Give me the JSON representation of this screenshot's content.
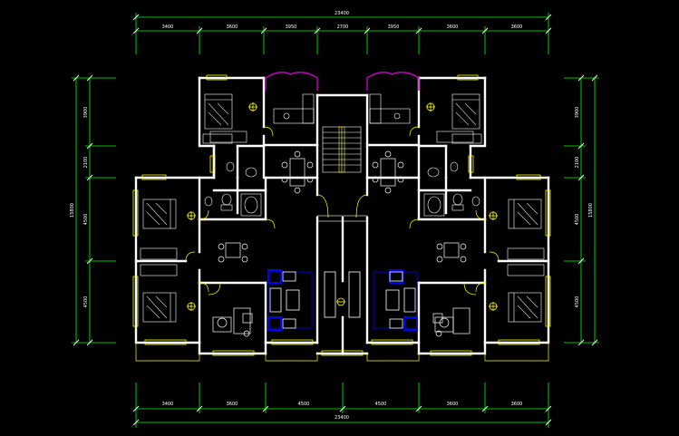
{
  "drawing": {
    "background": "#000000",
    "colors": {
      "dimension": "#00ff00",
      "wall": "#ffffff",
      "window": "#ffff00",
      "bay_window": "#c000c0",
      "furniture": "#ffffff",
      "sofa_blue": "#0000ff",
      "door": "#ffff00"
    },
    "dimensions": {
      "top": {
        "total": "23400",
        "segments": [
          "3400",
          "3600",
          "3950",
          "2700",
          "3950",
          "3600",
          "3600"
        ]
      },
      "bottom": {
        "total": "23400",
        "segments": [
          "3400",
          "3600",
          "4500",
          "4500",
          "3600",
          "3600"
        ]
      },
      "left": {
        "total": "15800",
        "segments": [
          "3900",
          "2100",
          "4500",
          "4500"
        ]
      },
      "right": {
        "total": "15800",
        "segments": [
          "3900",
          "2100",
          "4500",
          "4500"
        ]
      }
    }
  }
}
